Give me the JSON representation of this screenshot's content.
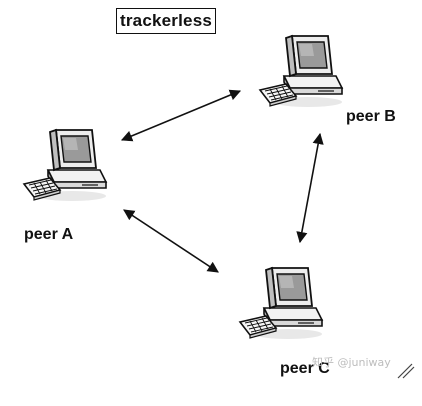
{
  "title": "trackerless",
  "nodes": [
    {
      "id": "peer-a",
      "label": "peer A",
      "icon": "desktop-computer-icon"
    },
    {
      "id": "peer-b",
      "label": "peer B",
      "icon": "desktop-computer-icon"
    },
    {
      "id": "peer-c",
      "label": "peer C",
      "icon": "desktop-computer-icon"
    }
  ],
  "edges": [
    {
      "from": "peer-a",
      "to": "peer-b",
      "style": "double-arrow"
    },
    {
      "from": "peer-b",
      "to": "peer-c",
      "style": "double-arrow"
    },
    {
      "from": "peer-a",
      "to": "peer-c",
      "style": "double-arrow"
    }
  ],
  "watermark": "知乎 @juniway",
  "colors": {
    "line": "#111111",
    "monitor_body": "#e6e6e6",
    "screen": "#9a9a9a",
    "watermark": "#bdbdbd"
  }
}
